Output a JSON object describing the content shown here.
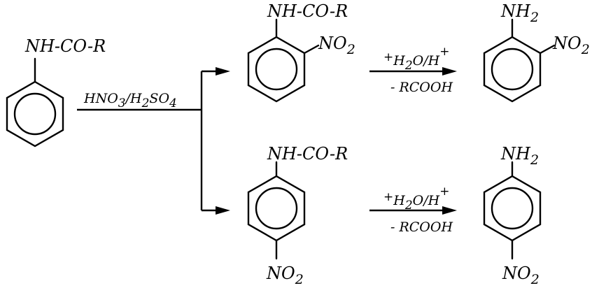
{
  "molecules": {
    "start": {
      "substituent": "NH-CO-R"
    },
    "ortho_amide": {
      "substituent": "NH-CO-R",
      "nitro": {
        "base": "NO",
        "sub": "2"
      }
    },
    "ortho_amine": {
      "amine": {
        "base": "NH",
        "sub": "2"
      },
      "nitro": {
        "base": "NO",
        "sub": "2"
      }
    },
    "para_amide": {
      "substituent": "NH-CO-R",
      "nitro": {
        "base": "NO",
        "sub": "2"
      }
    },
    "para_amine": {
      "amine": {
        "base": "NH",
        "sub": "2"
      },
      "nitro": {
        "base": "NO",
        "sub": "2"
      }
    }
  },
  "reagents": {
    "nitration": {
      "t1": "HNO",
      "s1": "3",
      "t2": "/H",
      "s2": "2",
      "t3": "SO",
      "s3": "4"
    },
    "hydrolysis_top": {
      "plus": "+",
      "water": "H",
      "water_sub": "2",
      "rest": "O/H",
      "charge": "+",
      "minus": "- RCOOH"
    },
    "hydrolysis_bottom": {
      "plus": "+",
      "water": "H",
      "water_sub": "2",
      "rest": "O/H",
      "charge": "+",
      "minus": "- RCOOH"
    }
  }
}
